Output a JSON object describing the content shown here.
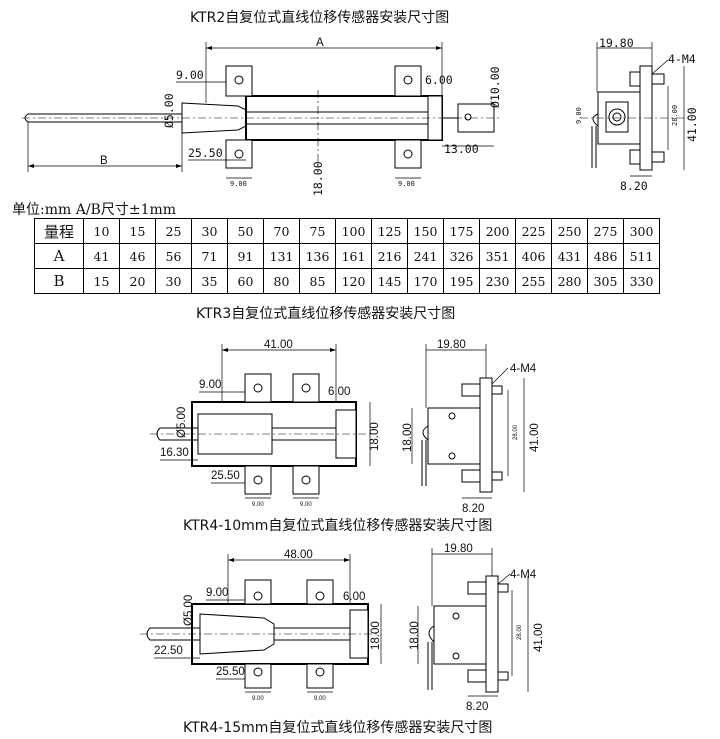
{
  "titles": {
    "ktr2": "KTR2自复位式直线位移传感器安装尺寸图",
    "ktr3": "KTR3自复位式直线位移传感器安装尺寸图",
    "ktr4_10": "KTR4-10mm自复位式直线位移传感器安装尺寸图",
    "ktr4_15": "KTR4-15mm自复位式直线位移传感器安装尺寸图"
  },
  "unit_note": "单位:mm A/B尺寸±1mm",
  "spec_table": {
    "header": "量程",
    "ranges": [
      "10",
      "15",
      "25",
      "30",
      "50",
      "70",
      "75",
      "100",
      "125",
      "150",
      "175",
      "200",
      "225",
      "250",
      "275",
      "300"
    ],
    "row_a_label": "A",
    "row_a": [
      "41",
      "46",
      "56",
      "71",
      "91",
      "131",
      "136",
      "161",
      "216",
      "241",
      "326",
      "351",
      "406",
      "431",
      "486",
      "511"
    ],
    "row_b_label": "B",
    "row_b": [
      "15",
      "20",
      "30",
      "35",
      "60",
      "80",
      "85",
      "120",
      "145",
      "170",
      "195",
      "230",
      "255",
      "280",
      "305",
      "330"
    ]
  },
  "ktr2_front": {
    "a": "A",
    "b": "B",
    "d5": "Ø5.00",
    "d10": "Ø10.00",
    "w9": "9.00",
    "w6": "6.00",
    "w25": "25.50",
    "w13": "13.00",
    "h18": "18.00",
    "m9a": "9.00",
    "m9b": "9.00"
  },
  "ktr2_side": {
    "w198": "19.80",
    "m4": "4-M4",
    "h28": "28.00",
    "h41": "41.00",
    "w82": "8.20",
    "tiny": "9.00"
  },
  "ktr3_front": {
    "w41": "41.00",
    "d5": "Ø5.00",
    "w9": "9.00",
    "w6": "6.00",
    "w163": "16.30",
    "w255": "25.50",
    "h18": "18.00",
    "m9a": "9.00",
    "m9b": "9.00"
  },
  "ktr3_side": {
    "w198": "19.80",
    "m4": "4-M4",
    "h18": "18.00",
    "h28": "28.00",
    "h41": "41.00",
    "w82": "8.20"
  },
  "ktr4_front": {
    "w48": "48.00",
    "d5": "Ø5.00",
    "w9": "9.00",
    "w6": "6.00",
    "w225": "22.50",
    "w255": "25.50",
    "h18": "18.00",
    "m9a": "9.00",
    "m9b": "9.00"
  },
  "ktr4_side": {
    "w198": "19.80",
    "m4": "4-M4",
    "h18": "18.00",
    "h28": "28.00",
    "h41": "41.00",
    "w82": "8.20"
  }
}
